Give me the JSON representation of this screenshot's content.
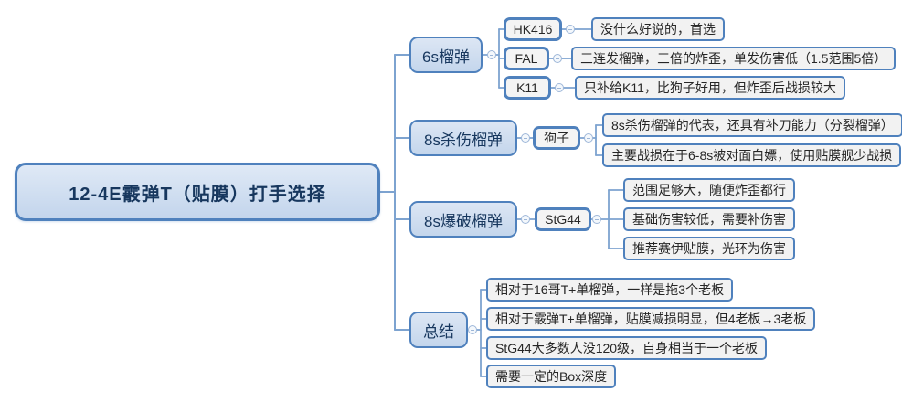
{
  "colors": {
    "node_border": "#4f81bd",
    "branch_fill_top": "#dce6f4",
    "branch_fill_bottom": "#c4d6ec",
    "leaf_fill": "#f2f2f2",
    "connector_line": "#7da3d0",
    "title_text": "#17375e",
    "note_text": "#262626"
  },
  "root": {
    "label": "12-4E霰弹T（贴膜）打手选择"
  },
  "branches": [
    {
      "label": "6s榴弹",
      "children": [
        {
          "label": "HK416",
          "notes": [
            "没什么好说的，首选"
          ]
        },
        {
          "label": "FAL",
          "notes": [
            "三连发榴弹，三倍的炸歪，单发伤害低（1.5范围5倍）"
          ]
        },
        {
          "label": "K11",
          "notes": [
            "只补给K11，比狗子好用，但炸歪后战损较大"
          ]
        }
      ]
    },
    {
      "label": "8s杀伤榴弹",
      "children": [
        {
          "label": "狗子",
          "notes": [
            "8s杀伤榴弹的代表，还具有补刀能力（分裂榴弹）",
            "主要战损在于6-8s被对面白嫖，使用贴膜舰少战损"
          ]
        }
      ]
    },
    {
      "label": "8s爆破榴弹",
      "children": [
        {
          "label": "StG44",
          "notes": [
            "范围足够大，随便炸歪都行",
            "基础伤害较低，需要补伤害",
            "推荐赛伊贴膜，光环为伤害"
          ]
        }
      ]
    },
    {
      "label": "总结",
      "notes": [
        "相对于16哥T+单榴弹，一样是拖3个老板",
        "相对于霰弹T+单榴弹，贴膜减损明显，但4老板→3老板",
        "StG44大多数人没120级，自身相当于一个老板",
        "需要一定的Box深度"
      ]
    }
  ]
}
